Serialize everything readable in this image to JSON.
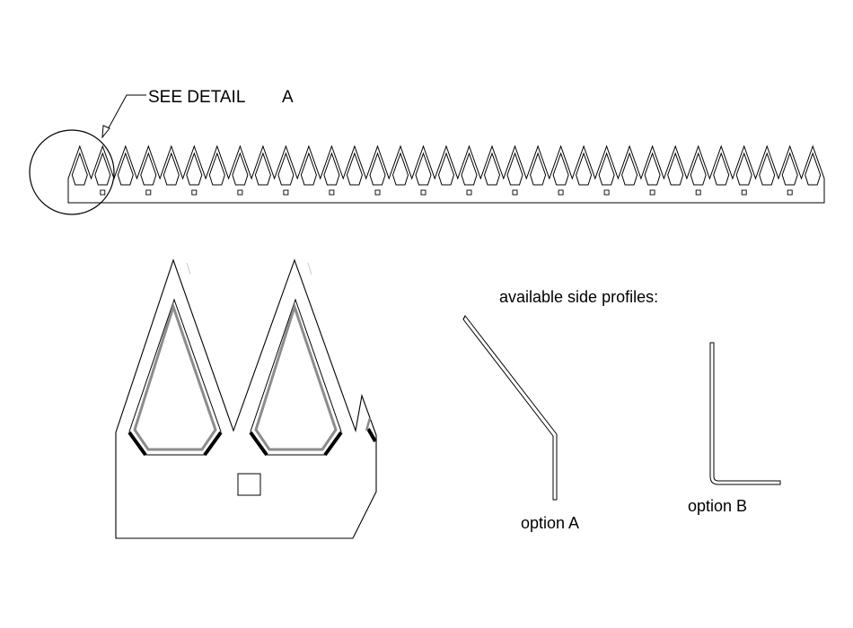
{
  "labels": {
    "see_detail": "SEE DETAIL",
    "detail_letter": "A",
    "profiles_title": "available side profiles:",
    "option_a": "option A",
    "option_b": "option B"
  },
  "strip": {
    "tooth_count": 33,
    "hole_every": 2
  },
  "colors": {
    "line": "#000000",
    "edge_gray": "#888888",
    "background": "#ffffff"
  }
}
